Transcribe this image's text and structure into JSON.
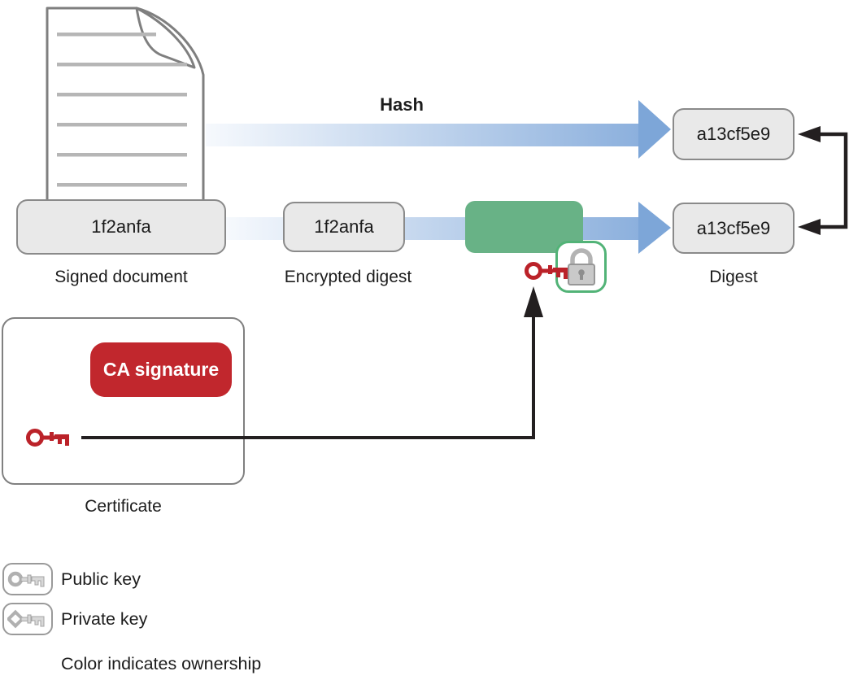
{
  "flow": {
    "hash_label": "Hash",
    "signed_document": {
      "code": "1f2anfa",
      "label": "Signed document"
    },
    "encrypted_digest": {
      "code": "1f2anfa",
      "label": "Encrypted digest"
    },
    "digest_top": {
      "code": "a13cf5e9"
    },
    "digest_bottom": {
      "code": "a13cf5e9",
      "label": "Digest"
    }
  },
  "certificate": {
    "ca_signature": "CA signature",
    "label": "Certificate"
  },
  "legend": {
    "public_key": "Public key",
    "private_key": "Private key",
    "note": "Color indicates ownership"
  },
  "icons": {
    "document": "document-icon",
    "public_key": "key-circle-icon",
    "private_key": "key-diamond-icon",
    "owner_key": "red-key-icon",
    "lock": "padlock-icon"
  },
  "colors": {
    "arrow_blue_start": "#f4f8fc",
    "arrow_blue_end": "#8cb0dd",
    "arrow_head_blue": "#7da6d8",
    "green_box": "#68b286",
    "lock_badge_border": "#52b377",
    "ca_red": "#c1272d",
    "key_red": "#bb2229",
    "box_fill": "#e9e9e9",
    "box_border": "#8a8a8a",
    "connector_black": "#231f20"
  }
}
